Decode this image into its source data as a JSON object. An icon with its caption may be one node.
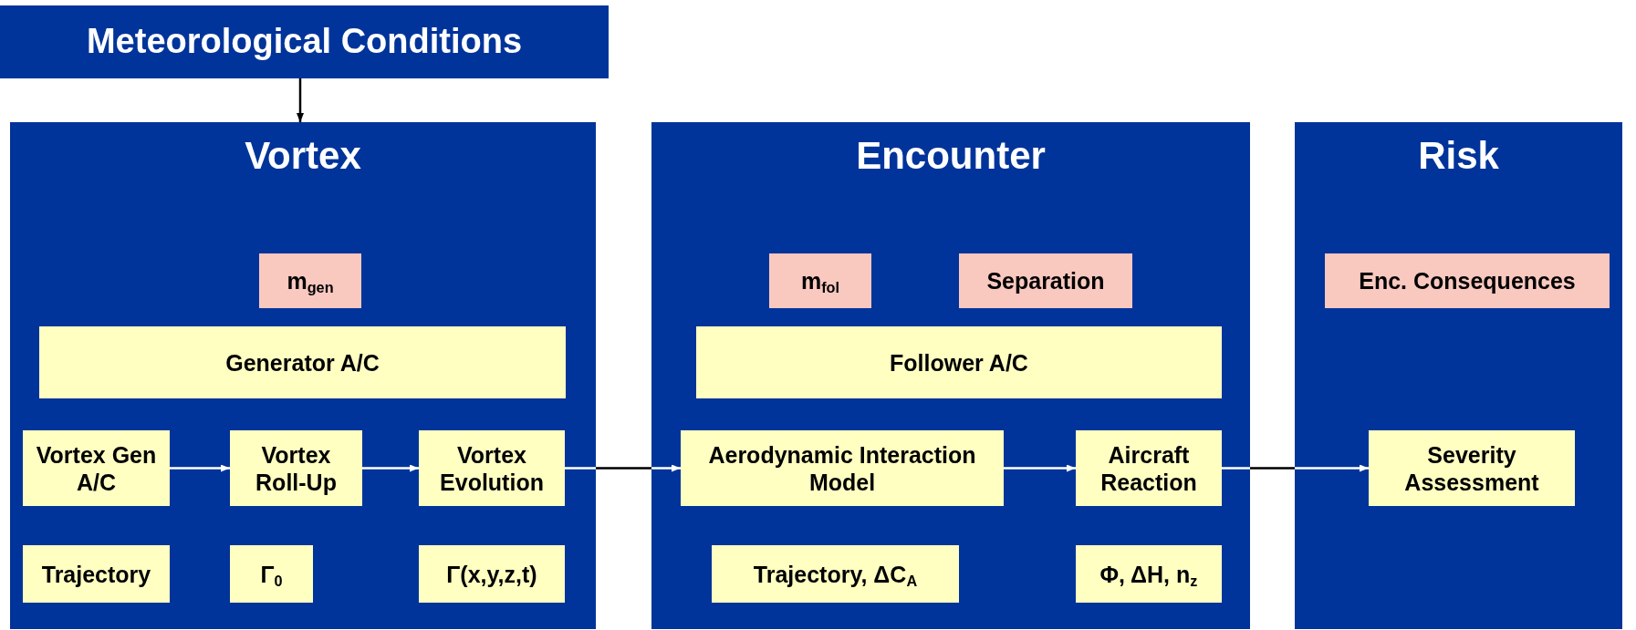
{
  "diagram": {
    "nodes": [
      {
        "text": [
          "Meteorological Conditions"
        ]
      },
      {
        "text": [
          "Vortex"
        ]
      },
      {
        "text": [
          "m$_{gen}$"
        ],
        "in": 1
      },
      {
        "text": [
          "Generator A/C"
        ],
        "in": 1
      },
      {
        "text": [
          "Vortex Gen A/C"
        ],
        "in": 1
      },
      {
        "text": [
          "Vortex Roll-Up"
        ],
        "in": 1
      },
      {
        "text": [
          "Vortex Evolution"
        ],
        "in": 1
      },
      {
        "text": [
          "Trajectory"
        ],
        "in": 1
      },
      {
        "text": [
          "Γ$_{0}$"
        ],
        "in": 1
      },
      {
        "text": [
          "Γ(x,y,z,t)"
        ],
        "in": 1
      },
      {
        "text": [
          "Encounter"
        ]
      },
      {
        "text": [
          "m$_{fol}$"
        ],
        "in": 10
      },
      {
        "text": [
          "Separation"
        ],
        "in": 10
      },
      {
        "text": [
          "Follower A/C"
        ],
        "in": 10
      },
      {
        "text": [
          "Aerodynamic Interaction Model"
        ],
        "in": 10
      },
      {
        "text": [
          "Aircraft Reaction"
        ],
        "in": 10
      },
      {
        "text": [
          "Trajectory, ΔC$_{A}$"
        ],
        "in": 10
      },
      {
        "text": [
          "Φ, ΔH, n$_{z}$"
        ],
        "in": 10
      },
      {
        "text": [
          "Risk"
        ]
      },
      {
        "text": [
          "Enc. Consequences"
        ],
        "in": 18
      },
      {
        "text": [
          "Severity Assessment"
        ],
        "in": 18
      }
    ],
    "edges": [
      {
        "from": 0,
        "to": 1,
        "arrow": "to",
        "color": "#000000"
      },
      {
        "from": 4,
        "to": 5,
        "arrow": "to"
      },
      {
        "from": 5,
        "to": 6,
        "arrow": "to"
      },
      {
        "from": 6,
        "to": 14,
        "arrow": "to"
      },
      {
        "from": 14,
        "to": 15,
        "arrow": "to"
      },
      {
        "from": 15,
        "to": 20,
        "arrow": "to"
      }
    ]
  }
}
